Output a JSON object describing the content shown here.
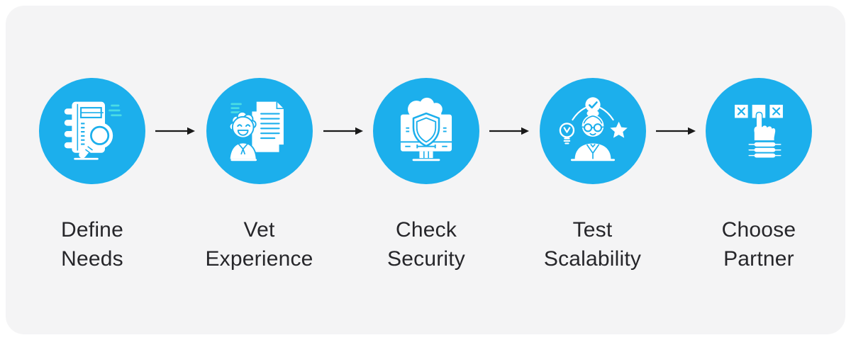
{
  "diagram": {
    "type": "horizontal-process-flow",
    "step_count": 5
  },
  "colors": {
    "page_bg": "#ffffff",
    "card_bg": "#f4f4f5",
    "accent_blue": "#1CAFEC",
    "cyan_accent": "#4ADCE4",
    "icon_white": "#ffffff",
    "text": "#26262a",
    "arrow": "#1a1a1a"
  },
  "steps": [
    {
      "label_line1": "Define",
      "label_line2": "Needs",
      "icon": "notebook-magnifier-icon"
    },
    {
      "label_line1": "Vet",
      "label_line2": "Experience",
      "icon": "person-documents-icon"
    },
    {
      "label_line1": "Check",
      "label_line2": "Security",
      "icon": "monitor-shield-cloud-icon"
    },
    {
      "label_line1": "Test",
      "label_line2": "Scalability",
      "icon": "person-idea-star-check-icon"
    },
    {
      "label_line1": "Choose",
      "label_line2": "Partner",
      "icon": "hand-selecting-option-icon"
    }
  ]
}
